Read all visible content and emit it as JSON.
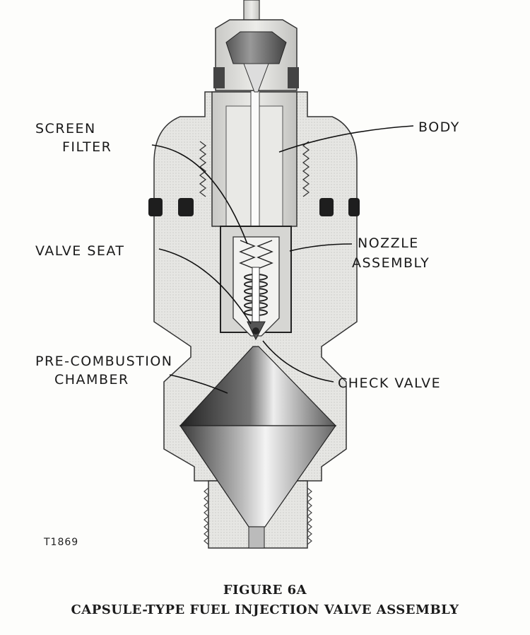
{
  "labels": {
    "screen_filter": [
      "SCREEN",
      "FILTER"
    ],
    "body": "BODY",
    "valve_seat": "VALVE SEAT",
    "nozzle_assembly": [
      "NOZZLE",
      "ASSEMBLY"
    ],
    "pre_combustion_chamber": [
      "PRE-COMBUSTION",
      "CHAMBER"
    ],
    "check_valve": "CHECK VALVE"
  },
  "drawing_number": "T1869",
  "caption": {
    "figure": "FIGURE 6A",
    "title": "CAPSULE-TYPE FUEL INJECTION VALVE ASSEMBLY"
  }
}
